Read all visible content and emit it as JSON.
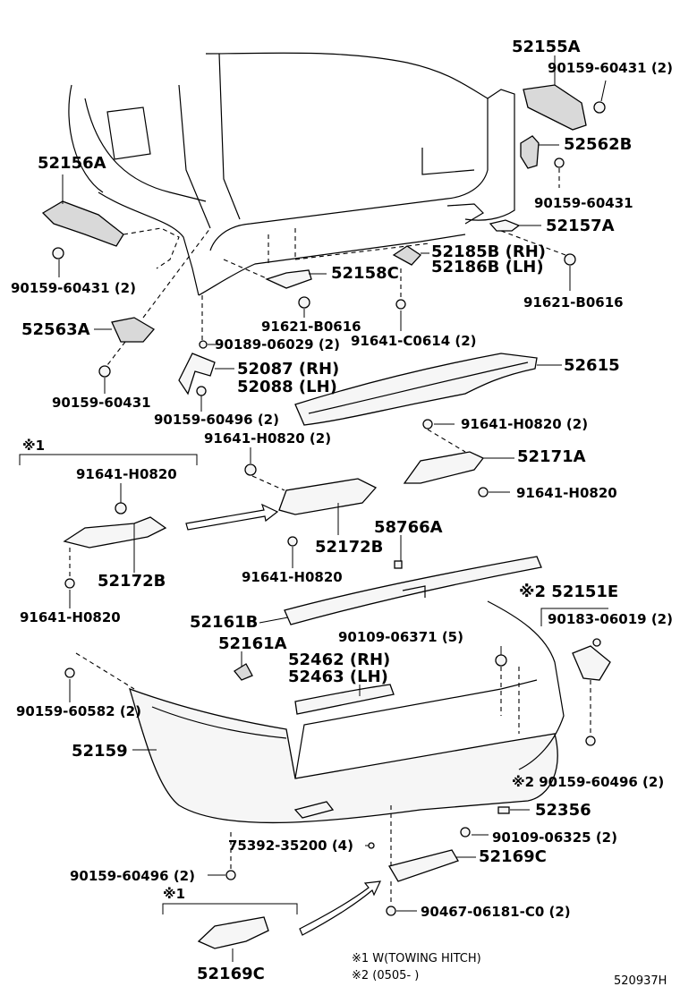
{
  "labels": {
    "p52155A": "52155A",
    "p90159_60431_2_top": "90159-60431 (2)",
    "p52562B": "52562B",
    "p90159_60431_right": "90159-60431",
    "p52157A": "52157A",
    "p52156A": "52156A",
    "p90159_60431_2_left": "90159-60431 (2)",
    "p52185B": "52185B (RH)",
    "p52186B": "52186B (LH)",
    "p52158C": "52158C",
    "p91621_B0616_right": "91621-B0616",
    "p91621_B0616_mid": "91621-B0616",
    "p91641_C0614": "91641-C0614 (2)",
    "p52563A": "52563A",
    "p90189_06029": "90189-06029 (2)",
    "p52087": "52087 (RH)",
    "p52088": "52088 (LH)",
    "p52615": "52615",
    "p90159_60431_leftmid": "90159-60431",
    "p90159_60496_2_mid": "90159-60496 (2)",
    "p91641_H0820_2_right": "91641-H0820 (2)",
    "p91641_H0820_2_mid": "91641-H0820 (2)",
    "note1_mark": "※1",
    "p91641_H0820_box": "91641-H0820",
    "p52171A": "52171A",
    "p91641_H0820_r2": "91641-H0820",
    "p58766A": "58766A",
    "p52172B_mid": "52172B",
    "p52172B_left": "52172B",
    "p91641_H0820_mid2": "91641-H0820",
    "p91641_H0820_left2": "91641-H0820",
    "p52151E": "※2 52151E",
    "p90183_06019": "90183-06019 (2)",
    "p52161B": "52161B",
    "p90109_06371": "90109-06371 (5)",
    "p52161A": "52161A",
    "p52462": "52462 (RH)",
    "p52463": "52463 (LH)",
    "p90159_60582": "90159-60582 (2)",
    "p52159": "52159",
    "p90159_60496_2_right": "※2 90159-60496 (2)",
    "p52356": "52356",
    "p75392_35200": "75392-35200 (4)",
    "p90109_06325": "90109-06325 (2)",
    "p52169C_right": "52169C",
    "p90159_60496_2_bottom": "90159-60496 (2)",
    "note1_mark_bottom": "※1",
    "p90467_06181": "90467-06181-C0 (2)",
    "p52169C_bottom": "52169C",
    "note1_text": "※1 W(TOWING HITCH)",
    "note2_text": "※2 (0505-        )",
    "drawing_code": "520937H"
  }
}
